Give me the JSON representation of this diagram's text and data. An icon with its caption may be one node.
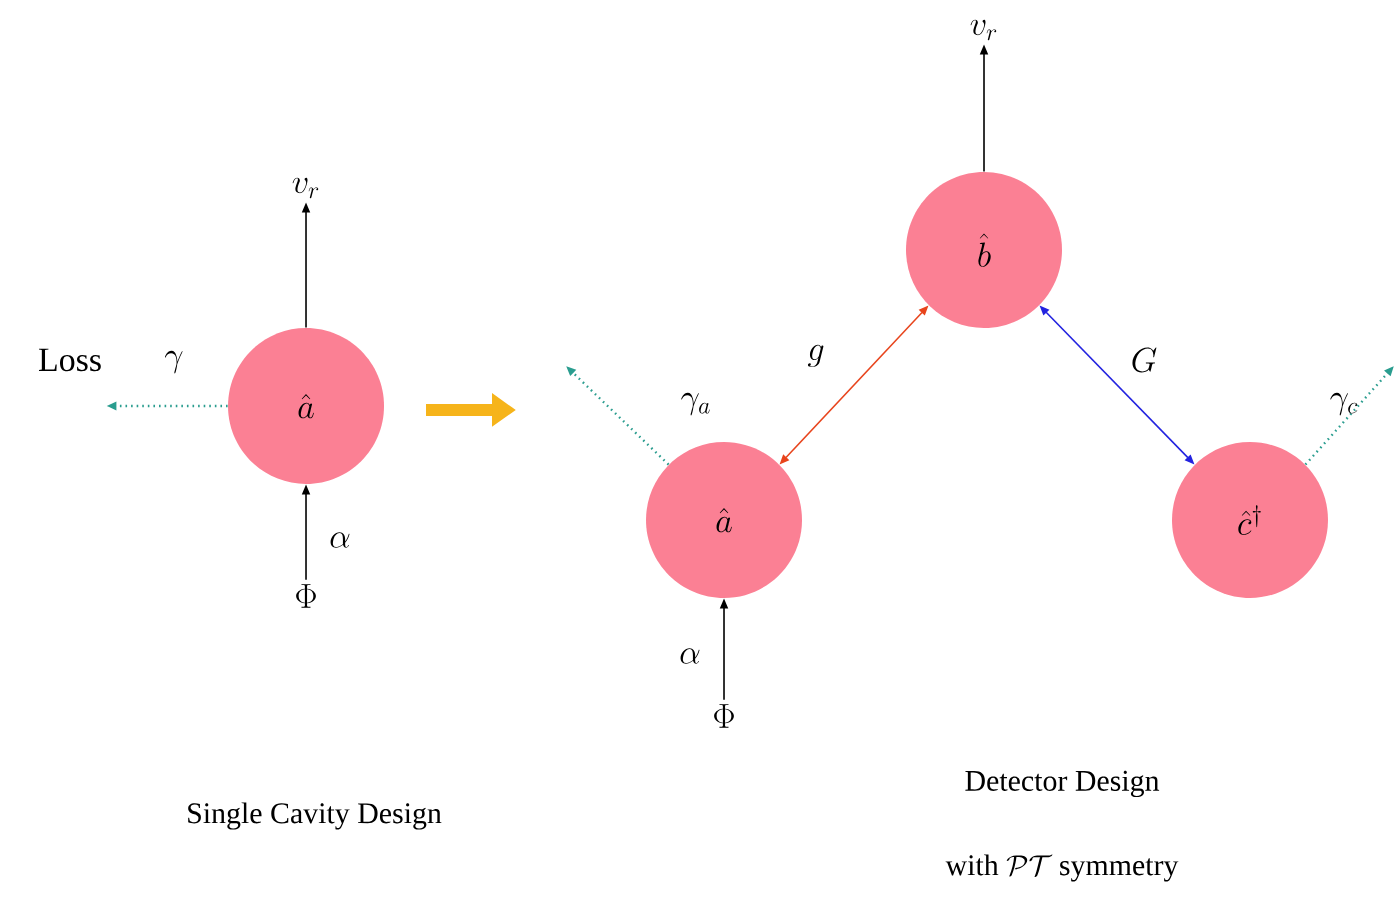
{
  "diagram": {
    "nodes": [
      {
        "text": [
          "\\hat{a}"
        ]
      },
      {
        "text": [
          "\\hat{a}"
        ]
      },
      {
        "text": [
          "\\hat{b}"
        ]
      },
      {
        "text": [
          "\\hat{c}^{\\dagger}"
        ]
      },
      {
        "text": [
          "v_r"
        ]
      },
      {
        "text": [
          "\\Phi"
        ]
      },
      {
        "text": [
          "Loss"
        ]
      },
      {
        "text": [
          "v_r"
        ]
      },
      {
        "text": [
          "\\Phi"
        ]
      }
    ],
    "edges": [
      {
        "from": 5,
        "to": 0,
        "arrow": "to",
        "label": "\\alpha"
      },
      {
        "from": 0,
        "to": 4,
        "arrow": "to"
      },
      {
        "from": 0,
        "to": 6,
        "arrow": "to",
        "label": "\\gamma",
        "style": "dashed",
        "color": "#2a9d8f"
      },
      {
        "from": 8,
        "to": 1,
        "arrow": "to",
        "label": "\\alpha"
      },
      {
        "from": 1,
        "to": 2,
        "arrow": "both",
        "label": "g",
        "color": "#e8441c"
      },
      {
        "from": 2,
        "to": 3,
        "arrow": "both",
        "label": "G",
        "color": "#2323e0"
      },
      {
        "from": 2,
        "to": 7,
        "arrow": "to"
      },
      {
        "from": 1,
        "to": null,
        "arrow": "to",
        "label": "\\gamma_a",
        "style": "dashed",
        "color": "#2a9d8f"
      },
      {
        "from": 3,
        "to": null,
        "arrow": "to",
        "label": "\\gamma_c",
        "style": "dashed",
        "color": "#2a9d8f"
      }
    ],
    "labels": [
      "Single Cavity Design",
      "Detector Design",
      "\\mbox{with }\\mathcal{PT}\\mbox{ symmetry}"
    ]
  }
}
